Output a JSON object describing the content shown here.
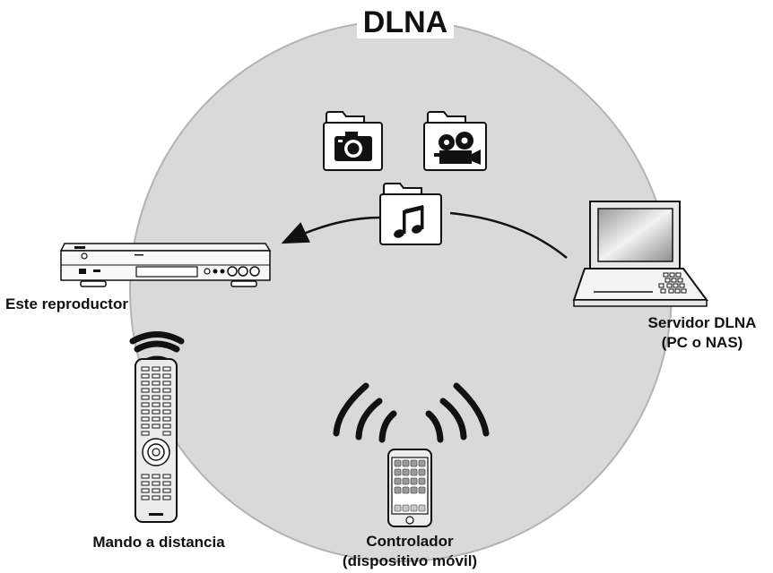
{
  "title": "DLNA",
  "labels": {
    "player": "Este reproductor",
    "server_line1": "Servidor DLNA",
    "server_line2": "(PC o NAS)",
    "remote": "Mando a distancia",
    "controller_line1": "Controlador",
    "controller_line2": "(dispositivo móvil)"
  },
  "colors": {
    "circle_fill": "#d9d9d9",
    "circle_stroke": "#b3b3b3",
    "ink": "#111111"
  },
  "icons": [
    "camera-folder-icon",
    "movie-camera-folder-icon",
    "music-note-folder-icon",
    "laptop-icon",
    "blu-ray-player-icon",
    "remote-control-icon",
    "smartphone-icon",
    "wireless-signal-icon"
  ]
}
